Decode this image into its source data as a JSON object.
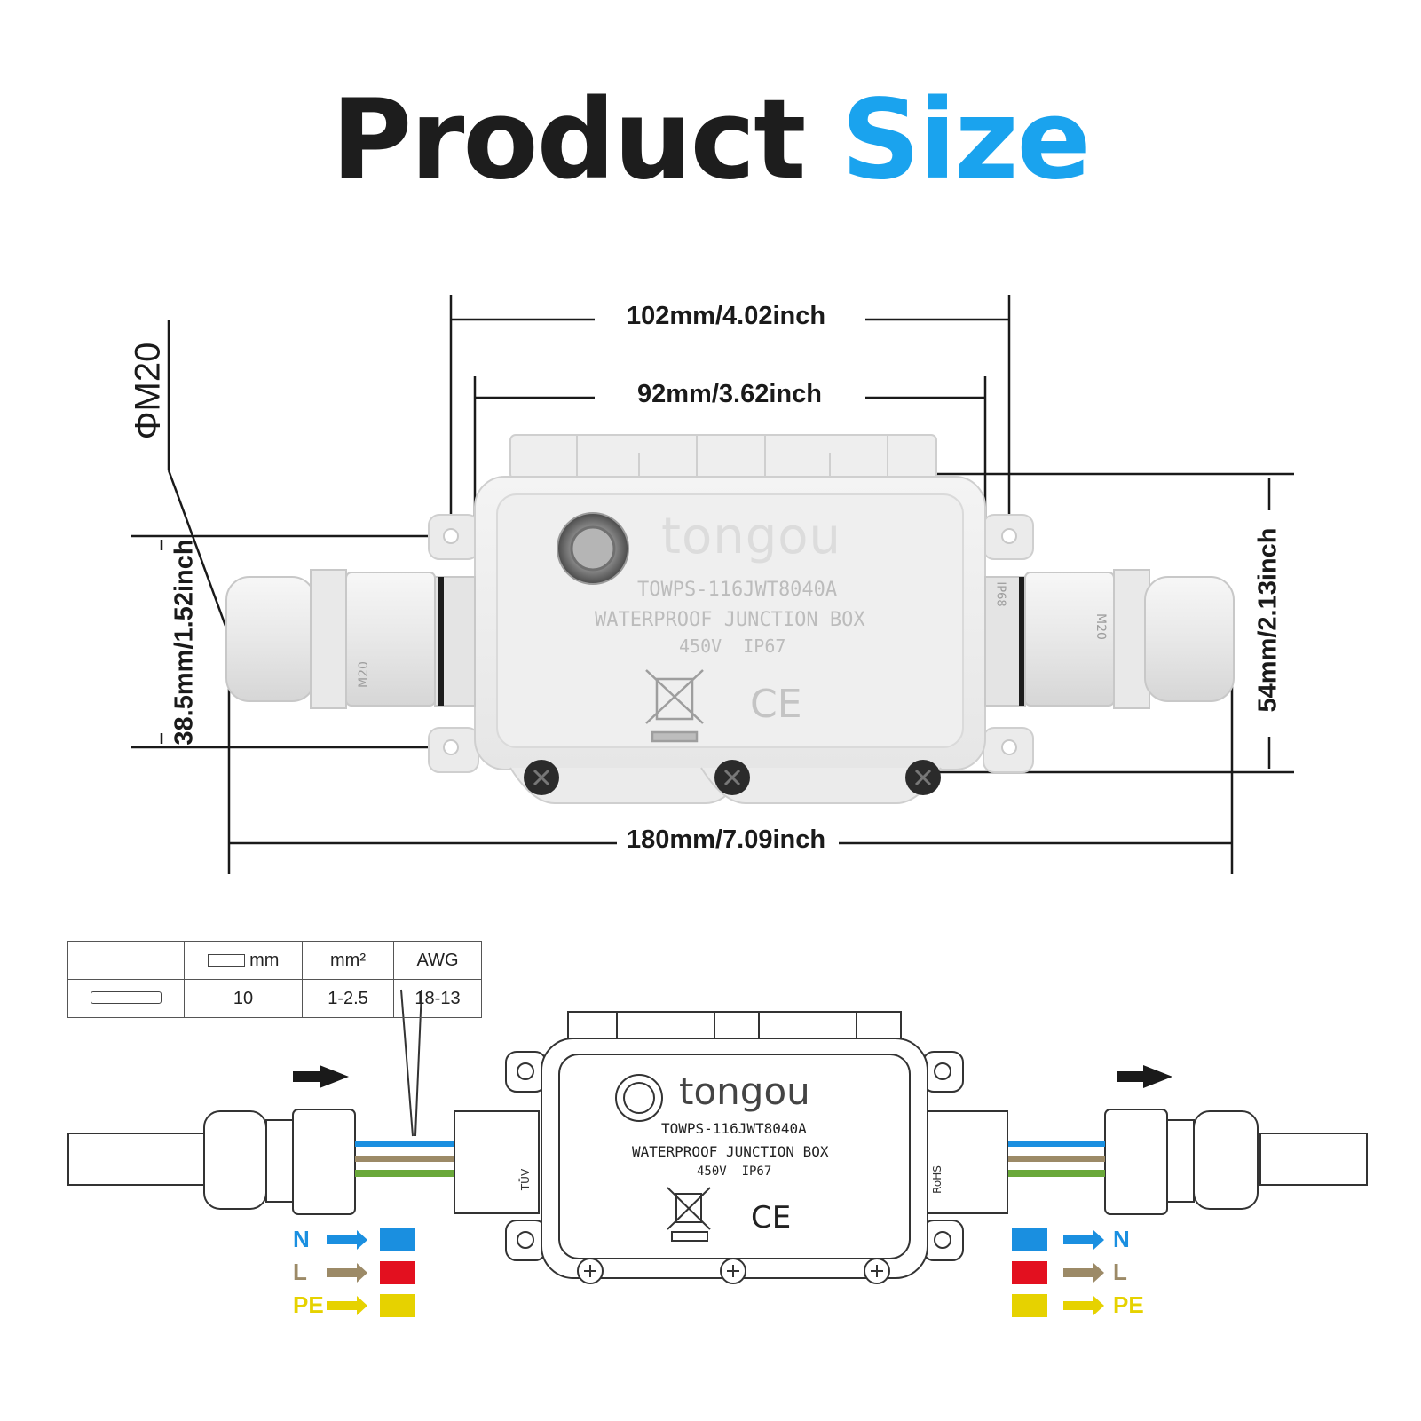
{
  "title": {
    "part1": "Product",
    "part2": "Size"
  },
  "dimensions": {
    "overall_width_flanges": "102mm/4.02inch",
    "body_width": "92mm/3.62inch",
    "total_length": "180mm/7.09inch",
    "height": "54mm/2.13inch",
    "gland_height": "38.5mm/1.52inch",
    "thread": "ΦM20"
  },
  "box": {
    "brand": "tongou",
    "model": "TOWPS-116JWT8040A",
    "name": "WATERPROOF JUNCTION BOX",
    "rating": "450V  IP67",
    "gland_mark": "M20",
    "ip_mark": "IP68",
    "ce_mark": "CE",
    "tuv_mark": "TÜV",
    "rohs_mark": "RoHS"
  },
  "wire_table": {
    "headers": [
      "",
      "mm",
      "mm²",
      "AWG"
    ],
    "row": [
      "",
      "10",
      "1-2.5",
      "18-13"
    ]
  },
  "legend_left": [
    {
      "label": "N",
      "label_color": "#1a8fe0",
      "arrow_color": "#1a8fe0",
      "swatch": "#1a8fe0"
    },
    {
      "label": "L",
      "label_color": "#9c8a67",
      "arrow_color": "#9c8a67",
      "swatch": "#e3101f"
    },
    {
      "label": "PE",
      "label_color": "#e6d200",
      "arrow_color": "#e6d200",
      "swatch": "#e6d200"
    }
  ],
  "legend_right": [
    {
      "label": "N",
      "label_color": "#1a8fe0",
      "arrow_color": "#1a8fe0",
      "swatch": "#1a8fe0"
    },
    {
      "label": "L",
      "label_color": "#9c8a67",
      "arrow_color": "#9c8a67",
      "swatch": "#e3101f"
    },
    {
      "label": "PE",
      "label_color": "#e6d200",
      "arrow_color": "#e6d200",
      "swatch": "#e6d200"
    }
  ]
}
